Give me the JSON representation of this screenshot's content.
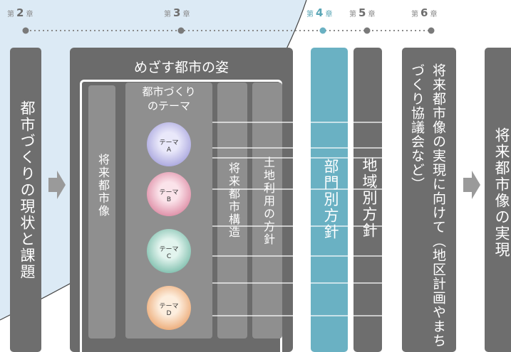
{
  "timeline": {
    "chapters": [
      {
        "prefix": "第",
        "number": "2",
        "suffix": "章",
        "highlight": false
      },
      {
        "prefix": "第",
        "number": "3",
        "suffix": "章",
        "highlight": false
      },
      {
        "prefix": "第",
        "number": "4",
        "suffix": "章",
        "highlight": true
      },
      {
        "prefix": "第",
        "number": "5",
        "suffix": "章",
        "highlight": false
      },
      {
        "prefix": "第",
        "number": "6",
        "suffix": "章",
        "highlight": false
      }
    ]
  },
  "columns": {
    "current_status": "都市づくりの現状と課題",
    "future_vision": "将来都市像",
    "urban_structure": "将来都市構造",
    "land_use": "土地利用の方針",
    "sector_policy": "部門別方針",
    "regional_policy": "地域別方針",
    "realization": "将来都市像の実現に向けて（地区計画やまちづくり協議会など）",
    "achievement": "将来都市像の実現"
  },
  "main_box": {
    "title": "めざす都市の姿",
    "theme_title_line1": "都市づくり",
    "theme_title_line2": "のテーマ"
  },
  "themes": [
    {
      "label": "テーマ",
      "letter": "A",
      "color": "#7b78c4"
    },
    {
      "label": "テーマ",
      "letter": "B",
      "color": "#c8577a"
    },
    {
      "label": "テーマ",
      "letter": "C",
      "color": "#4aa08a"
    },
    {
      "label": "テーマ",
      "letter": "D",
      "color": "#e07a2f"
    }
  ],
  "colors": {
    "column_gray": "#6e6e6e",
    "sub_gray": "#8f8f8f",
    "accent_teal": "#6ab1c3",
    "background_blue": "#dceaf5"
  }
}
